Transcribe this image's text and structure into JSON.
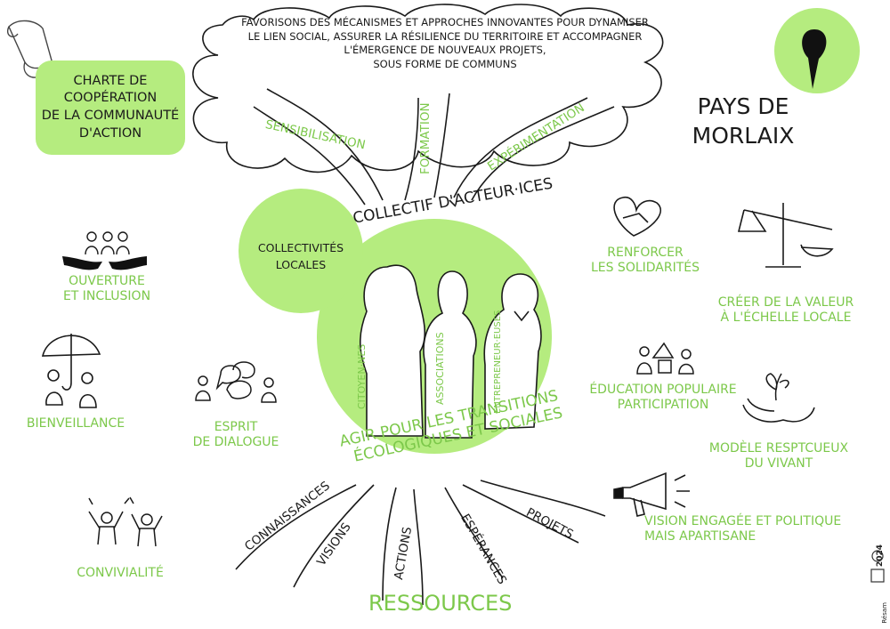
{
  "title": {
    "line1": "Favorisons des mécanismes et approches innovantes pour dynamiser",
    "line2": "le lien social, assurer la résilience du territoire et  accompagner",
    "line3": "l'émergence de nouveaux projets,",
    "line4": "sous forme de communs"
  },
  "charte": {
    "line1": "Charte de",
    "line2": "coopération",
    "line3": "de la communauté",
    "line4": "d'action"
  },
  "region": {
    "line1": "Pays de",
    "line2": "Morlaix"
  },
  "branches": {
    "sensibilisation": "Sensibilisation",
    "formation": "Formation",
    "experimentation": "Expérimentation"
  },
  "collectif": "Collectif d'acteur·ices",
  "collectivites": {
    "line1": "Collectivités",
    "line2": "locales"
  },
  "people": {
    "citoyennes": "Citoyen·nes",
    "associations": "Associations",
    "entrepreneurs": "Entrepreneur·euses"
  },
  "mission": {
    "line1": "Agir pour les transitions",
    "line2": "écologiques et sociales"
  },
  "roots": {
    "connaissances": "Connaissances",
    "visions": "Visions",
    "actions": "Actions",
    "esperances": "Espérances",
    "projets": "Projets"
  },
  "ressources": "Ressources",
  "values_left": {
    "ouverture": {
      "line1": "Ouverture",
      "line2": "et inclusion"
    },
    "bienveillance": "Bienveillance",
    "dialogue": {
      "line1": "Esprit",
      "line2": "de dialogue"
    },
    "convivialite": "Convivialité"
  },
  "values_right": {
    "solidarites": {
      "line1": "Renforcer",
      "line2": "les solidarités"
    },
    "valeur": {
      "line1": "Créer de la valeur",
      "line2": "à l'échelle locale"
    },
    "education": {
      "line1": "Éducation populaire",
      "line2": "participation"
    },
    "vivant": {
      "line1": "Modèle resptcueux",
      "line2": "du vivant"
    },
    "vision": {
      "line1": "Vision engagée et politique",
      "line2": "mais apartisane"
    }
  },
  "footer": {
    "year": "2024",
    "org": "Résam"
  },
  "colors": {
    "accent": "#b5ec7f",
    "accent_text": "#7cc84a",
    "ink": "#1a1a1a"
  },
  "icons": [
    "scroll-icon",
    "location-pin-icon",
    "heart-hands-icon",
    "scale-icon",
    "people-hands-icon",
    "umbrella-people-icon",
    "dialogue-people-icon",
    "cheering-people-icon",
    "education-shapes-icon",
    "plant-hands-icon",
    "megaphone-icon"
  ]
}
